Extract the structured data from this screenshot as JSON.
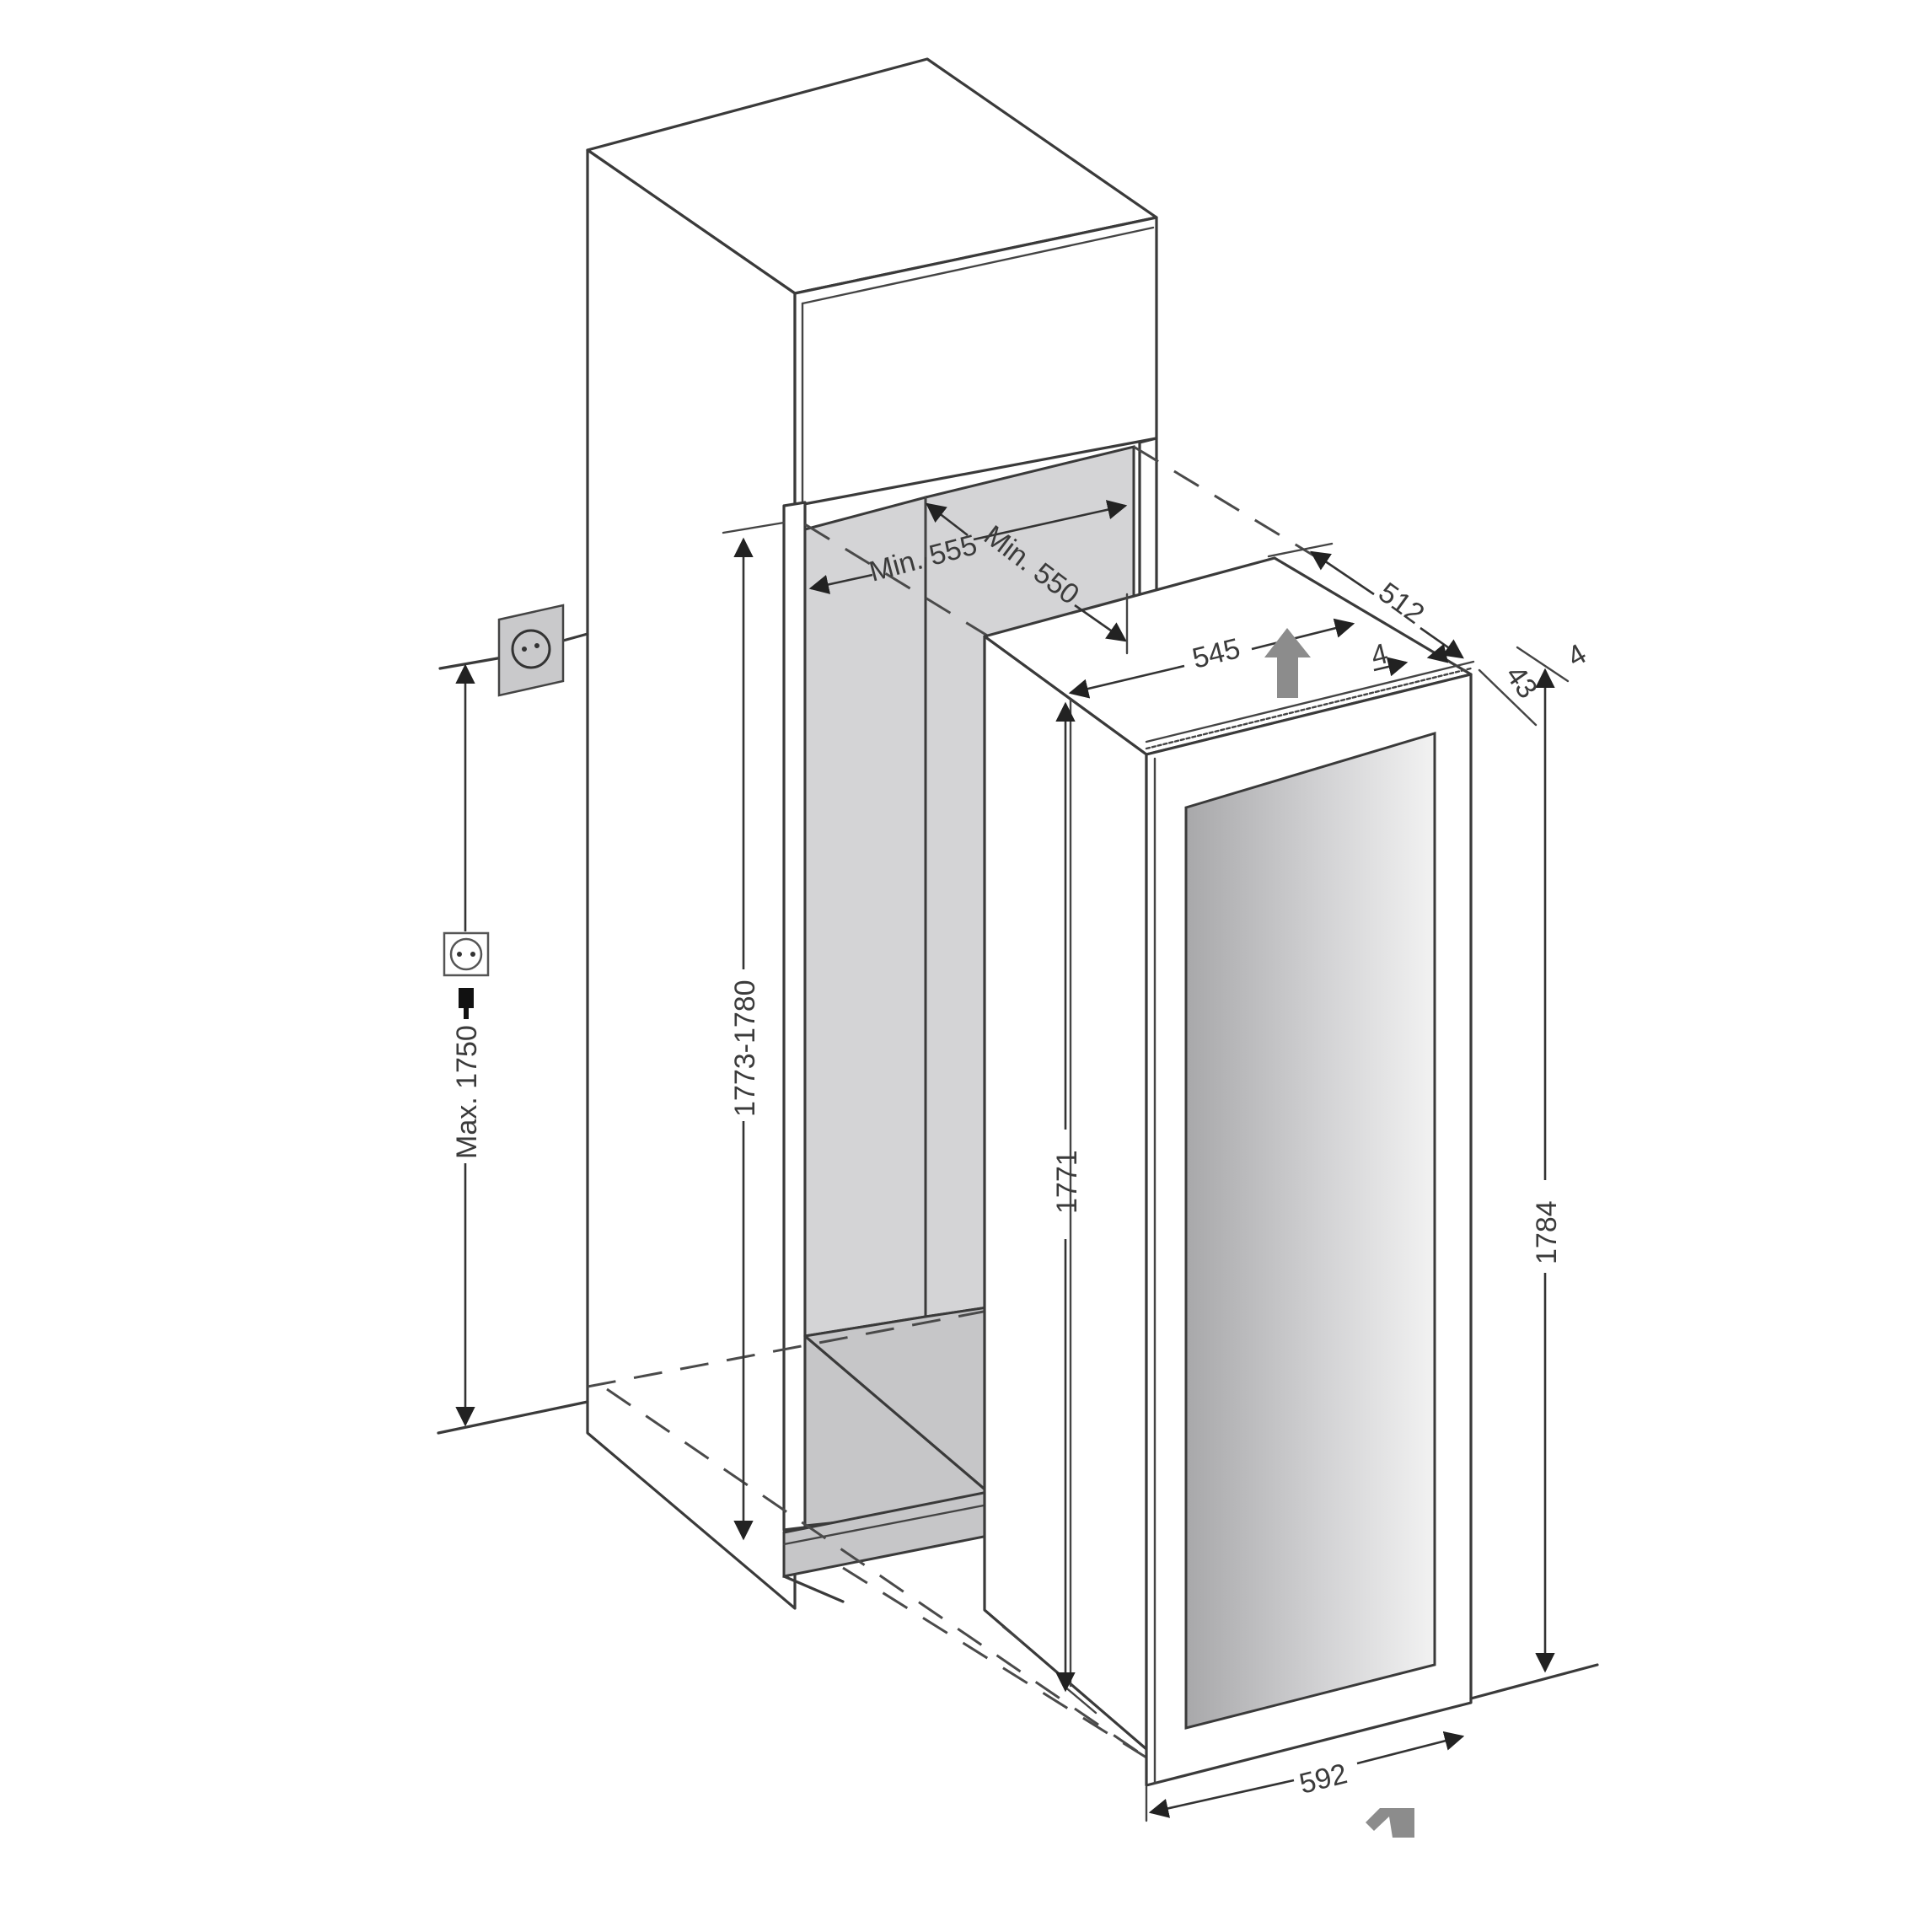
{
  "diagram": {
    "subject": "Built-in wine cabinet installation dimensions",
    "units": "mm",
    "niche": {
      "width_label": "Min. 555",
      "depth_label": "Min. 550",
      "height_label": "1773-1780"
    },
    "appliance": {
      "body_width_label": "545",
      "depth_label": "512",
      "door_gap_label": "4",
      "door_thickness_label": "43",
      "door_offset_label": "4",
      "body_height_label": "1771",
      "overall_height_label": "1784",
      "door_width_label": "592"
    },
    "power_socket": {
      "max_height_label": "Max. 1750"
    },
    "colors": {
      "line": "#3a3a3a",
      "niche_fill": "#d4d4d6",
      "glass_dark": "#a9a9ab",
      "glass_light": "#f0f0f0",
      "airflow_arrow": "#8c8c8c"
    }
  }
}
